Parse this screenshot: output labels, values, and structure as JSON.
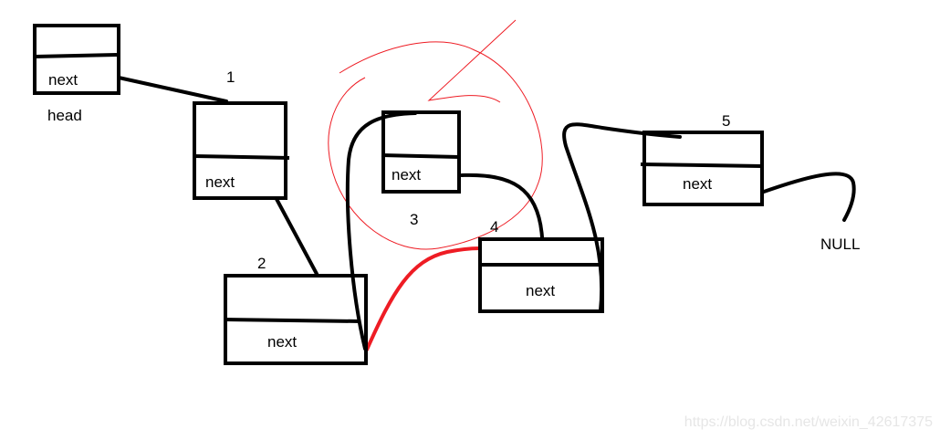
{
  "nodes": {
    "head": {
      "field": "next",
      "label": "head"
    },
    "n1": {
      "field": "next",
      "label": "1"
    },
    "n2": {
      "field": "next",
      "label": "2"
    },
    "n3": {
      "field": "next",
      "label": "3"
    },
    "n4": {
      "field": "next",
      "label": "4"
    },
    "n5": {
      "field": "next",
      "label": "5"
    }
  },
  "null_label": "NULL",
  "watermark": "https://blog.csdn.net/weixin_42617375",
  "colors": {
    "stroke": "#000000",
    "highlight": "#ee1c24"
  }
}
